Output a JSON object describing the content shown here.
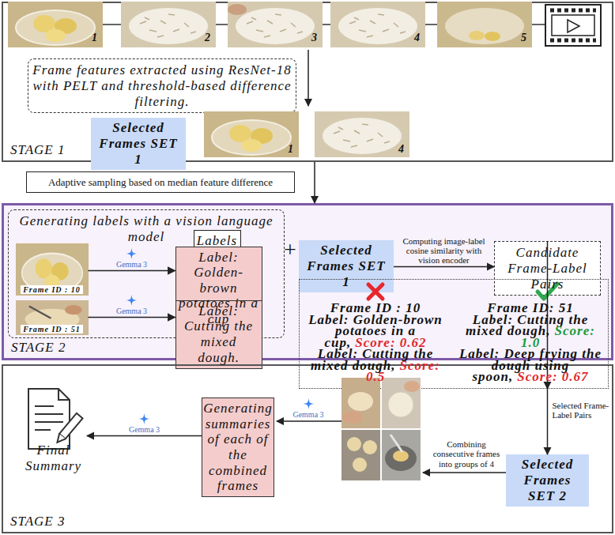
{
  "diagram": {
    "nodes": [
      {
        "text": [
          "STAGE 1"
        ]
      },
      {
        "text": [
          "Frame features extracted using ResNet-18 with PELT and threshold-based difference filtering."
        ],
        "in": 0
      },
      {
        "text": [
          "Selected Frames SET 1"
        ],
        "in": 0
      },
      {
        "text": [
          "Adaptive sampling based on median feature difference"
        ]
      },
      {
        "text": [
          "STAGE 2"
        ]
      },
      {
        "text": [
          "Generating labels with a vision language model"
        ],
        "in": 4
      },
      {
        "text": [
          "Labels"
        ],
        "in": 5
      },
      {
        "text": [
          "Frame ID : 10"
        ],
        "in": 5
      },
      {
        "text": [
          "Label: Golden-brown potatoes in a cup"
        ],
        "in": 5
      },
      {
        "text": [
          "Frame ID : 51"
        ],
        "in": 5
      },
      {
        "text": [
          "Label: Cutting the mixed dough."
        ],
        "in": 5
      },
      {
        "text": [
          "Selected Frames SET 1"
        ],
        "in": 4
      },
      {
        "text": [
          "Candidate Frame-Label Pairs"
        ],
        "in": 4
      },
      {
        "text": [
          "Frame ID : 10",
          "Label: Golden-brown potatoes in a cup,",
          "Score: 0.62",
          "Label: Cutting the mixed dough,",
          "Score: 0.5",
          "Frame ID: 51",
          "Label: Cutting the mixed dough,",
          "Score: 1.0",
          "Label: Deep frying the dough using spoon,",
          "Score: 0.67"
        ],
        "in": 4
      },
      {
        "text": [
          "STAGE 3"
        ]
      },
      {
        "text": [
          "Selected Frames SET 2"
        ],
        "in": 14
      },
      {
        "text": [
          "Generating summaries of each of the combined frames"
        ],
        "in": 14
      },
      {
        "text": [
          "Final Summary"
        ],
        "in": 14
      }
    ],
    "edges": [
      {
        "from": 0,
        "to": 4,
        "arrow": "to"
      },
      {
        "from": 7,
        "to": 8,
        "label": "Gemma 3",
        "arrow": "to"
      },
      {
        "from": 9,
        "to": 10,
        "label": "Gemma 3",
        "arrow": "to"
      },
      {
        "from": 11,
        "to": 12,
        "label": "Computing image-label cosine similarity with vision encoder",
        "arrow": "to"
      },
      {
        "from": 12,
        "to": 13,
        "arrow": "to"
      },
      {
        "from": 13,
        "to": 15,
        "label": "Selected Frame-Label Pairs",
        "arrow": "to"
      },
      {
        "from": 16,
        "to": 17,
        "label": "Gemma 3",
        "arrow": "to"
      }
    ],
    "labels": [
      "1",
      "2",
      "3",
      "4",
      "5",
      "1",
      "4",
      "+",
      "Gemma 3",
      "Combining consecutive frames into groups of 4"
    ]
  }
}
